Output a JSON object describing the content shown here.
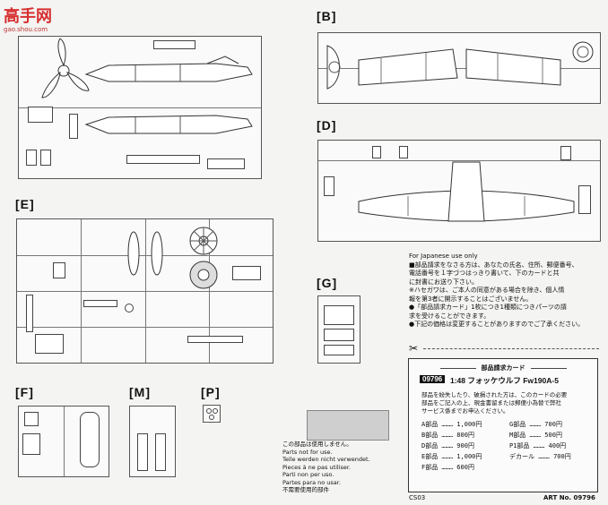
{
  "watermark": {
    "logo_text": "高手网",
    "url": "gao.shou.com"
  },
  "sections": {
    "B": "[B]",
    "D": "[D]",
    "E": "[E]",
    "G": "[G]",
    "F": "[F]",
    "M": "[M]",
    "P": "[P]"
  },
  "japanese_notice": {
    "header": "For Japanese use only",
    "lines": [
      "■部品請求をなさる方は、あなたの氏名、住所、郵便番号、",
      "電話番号を１字づつはっきり書いて、下のカードと共",
      "に封書にお送り下さい。",
      "※ハセガワは、ご本人の同意がある場合を除き、個人情",
      "報を第3者に開示することはございません。",
      "●「部品請求カード」1枚につき1種類につきパーツの請",
      "求を受けることができます。",
      "●下記の価格は変更することがありますのでご了承ください。"
    ]
  },
  "card": {
    "title": "部品請求カード",
    "code": "09796",
    "product": "1:48 フォッケウルフ Fw190A-5",
    "desc_lines": [
      "部品を紛失したり、破損された方は、このカードの必要",
      "部品をご記入の上、現金書留または郵便小為替で弊社",
      "サービス係までお申込ください。"
    ],
    "prices_left": [
      {
        "label": "A部品",
        "price": "1,000円"
      },
      {
        "label": "B部品",
        "price": "800円"
      },
      {
        "label": "D部品",
        "price": "900円"
      },
      {
        "label": "E部品",
        "price": "1,000円"
      },
      {
        "label": "F部品",
        "price": "600円"
      }
    ],
    "prices_right": [
      {
        "label": "G部品",
        "price": "700円"
      },
      {
        "label": "M部品",
        "price": "500円"
      },
      {
        "label": "P1部品",
        "price": "400円"
      },
      {
        "label": "デカール",
        "price": "700円"
      }
    ],
    "footer_left": "CS03",
    "footer_right": "ART No. 09796"
  },
  "multilang": [
    "この部品は使用しません。",
    "Parts not for use.",
    "Teile werden nicht verwendet.",
    "Pieces à ne pas utiliser.",
    "Parti non per uso.",
    "Partes para no usar.",
    "不需要使用的部件"
  ]
}
